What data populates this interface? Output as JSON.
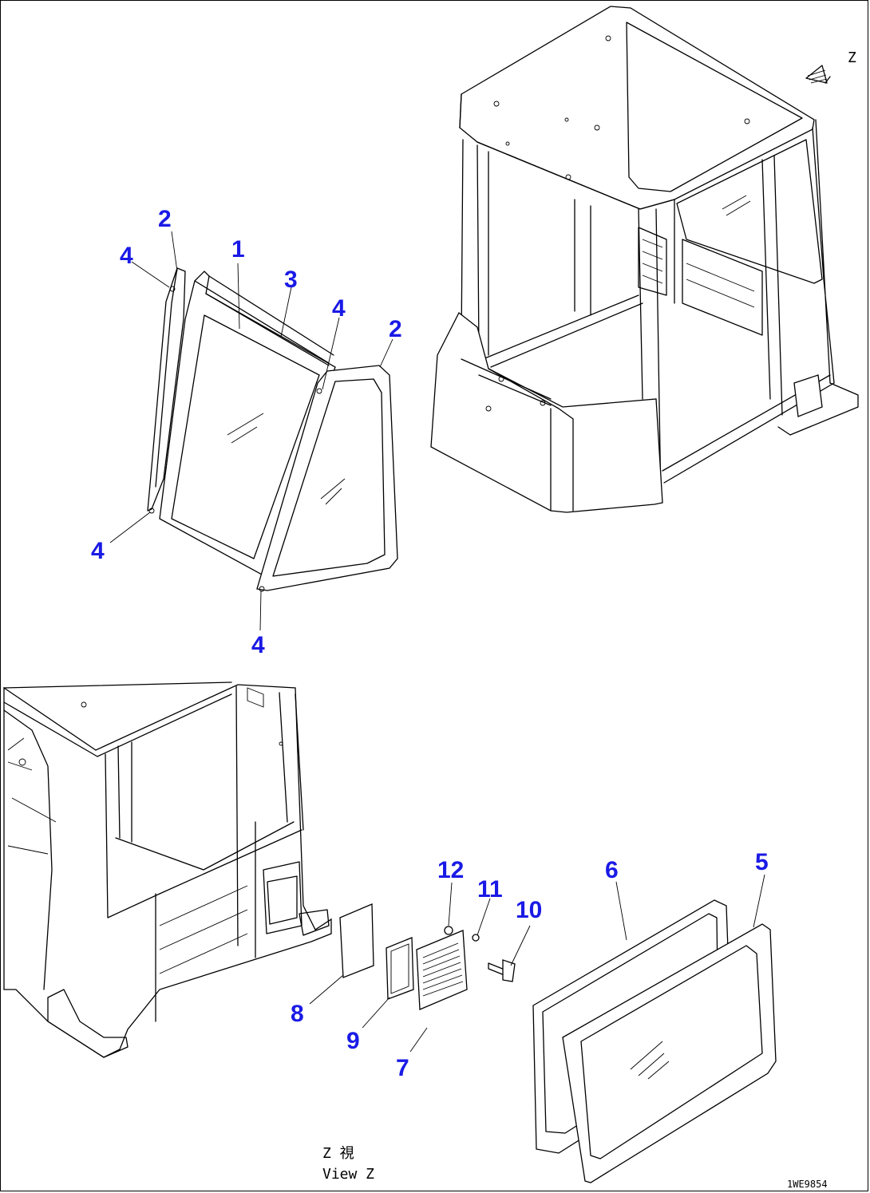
{
  "diagram": {
    "callouts": [
      {
        "id": "c2a",
        "label": "2"
      },
      {
        "id": "c4a",
        "label": "4"
      },
      {
        "id": "c1",
        "label": "1"
      },
      {
        "id": "c3",
        "label": "3"
      },
      {
        "id": "c4b",
        "label": "4"
      },
      {
        "id": "c2b",
        "label": "2"
      },
      {
        "id": "c4c",
        "label": "4"
      },
      {
        "id": "c4d",
        "label": "4"
      },
      {
        "id": "c12",
        "label": "12"
      },
      {
        "id": "c11",
        "label": "11"
      },
      {
        "id": "c10",
        "label": "10"
      },
      {
        "id": "c6",
        "label": "6"
      },
      {
        "id": "c5",
        "label": "5"
      },
      {
        "id": "c8",
        "label": "8"
      },
      {
        "id": "c9",
        "label": "9"
      },
      {
        "id": "c7",
        "label": "7"
      }
    ],
    "view_arrow_label": "Z",
    "view_caption_line1": "Z  視",
    "view_caption_line2": "View Z",
    "drawing_code": "1WE9854",
    "colors": {
      "callout": "#1a1ae6",
      "line": "#000000",
      "background": "#ffffff"
    }
  }
}
